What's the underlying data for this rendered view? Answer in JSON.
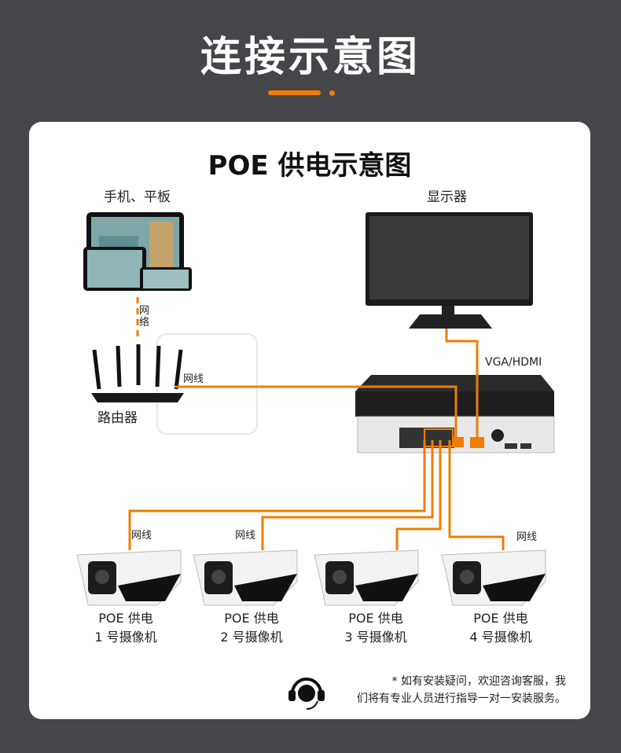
{
  "header": {
    "title": "连接示意图"
  },
  "card": {
    "title": "POE 供电示意图"
  },
  "devices": {
    "phone_tablet": "手机、平板",
    "monitor": "显示器",
    "router": "路由器",
    "vga_hdmi": "VGA/HDMI"
  },
  "links": {
    "network_vertical": "网络",
    "router_cable": "网线",
    "cam_cable": "网线"
  },
  "cameras": [
    {
      "line1": "POE 供电",
      "line2": "1 号摄像机"
    },
    {
      "line1": "POE 供电",
      "line2": "2 号摄像机"
    },
    {
      "line1": "POE 供电",
      "line2": "3 号摄像机"
    },
    {
      "line1": "POE 供电",
      "line2": "4 号摄像机"
    }
  ],
  "support_note": {
    "line1": "* 如有安装疑问，欢迎咨询客服，我",
    "line2": "们将有专业人员进行指导一对一安装服务。"
  },
  "colors": {
    "accent": "#f07d00",
    "background": "#45454a",
    "card": "#ffffff"
  }
}
